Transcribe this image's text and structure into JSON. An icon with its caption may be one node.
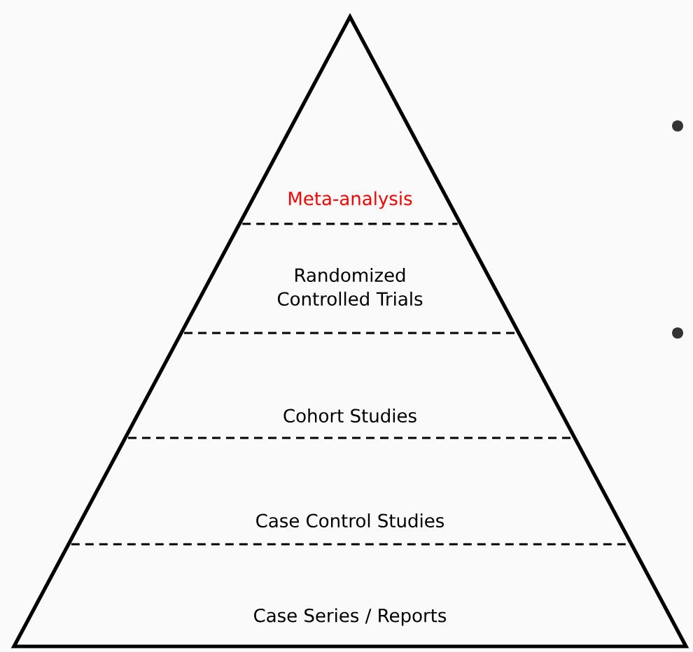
{
  "diagram": {
    "nodes": [
      {
        "text": [
          "Meta-analysis"
        ]
      },
      {
        "text": [
          "Randomized Controlled Trials"
        ]
      },
      {
        "text": [
          "Cohort Studies"
        ]
      },
      {
        "text": [
          "Case Control Studies"
        ]
      },
      {
        "text": [
          "Case Series / Reports"
        ]
      }
    ]
  }
}
